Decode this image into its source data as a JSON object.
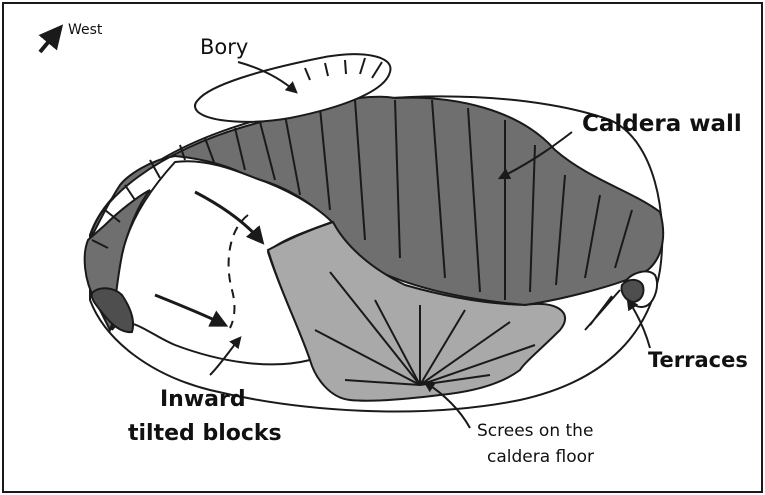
{
  "compass": {
    "label": "West"
  },
  "labels": {
    "bory": "Bory",
    "caldera_wall": "Caldera wall",
    "terraces": "Terraces",
    "inward_line1": "Inward",
    "inward_line2": "tilted blocks",
    "screes_line1": "Screes on the",
    "screes_line2": "caldera floor"
  },
  "colors": {
    "wall": "#6f6f6f",
    "floor": "#a9a9a9",
    "terrace": "#4e4e4e",
    "outline": "#1a1a1a",
    "background": "#ffffff"
  }
}
